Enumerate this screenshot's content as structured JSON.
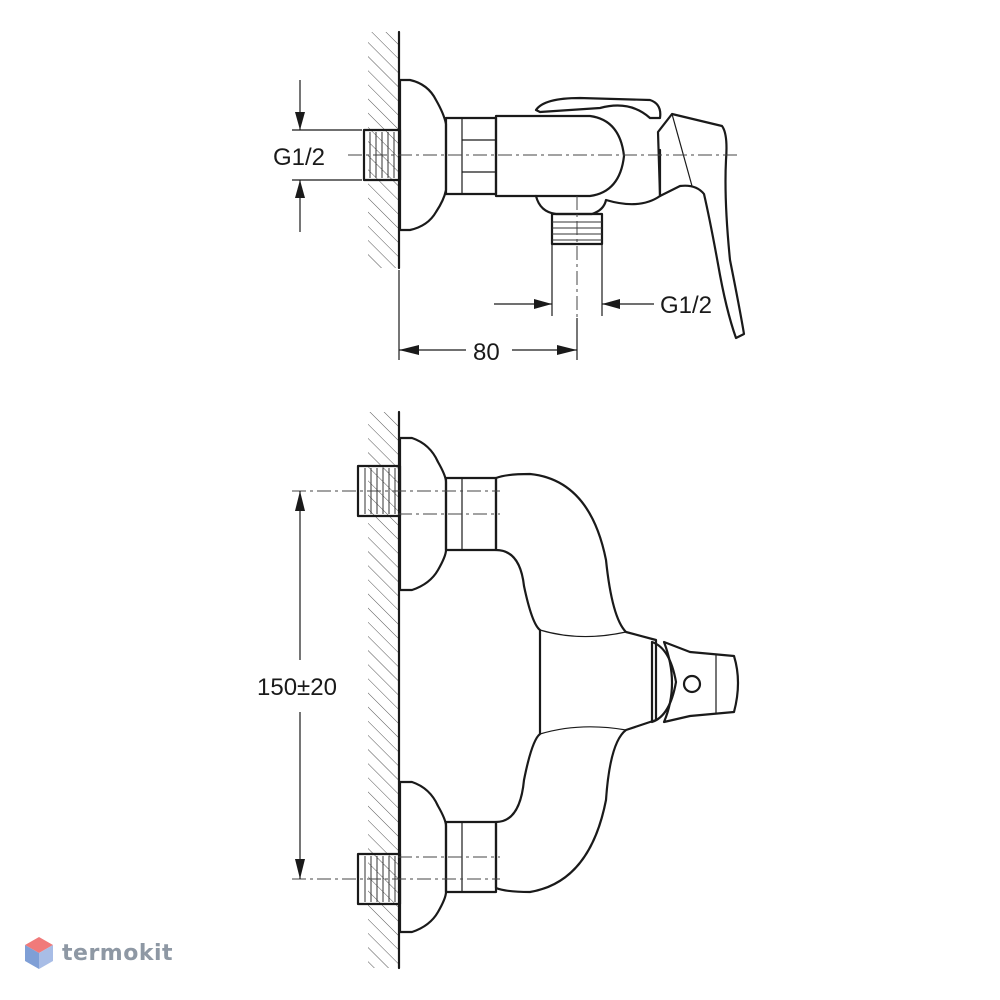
{
  "side_view": {
    "inlet_thread_label": "G1/2",
    "outlet_thread_label": "G1/2",
    "depth_dimension_label": "80"
  },
  "front_view": {
    "inlet_spacing_label": "150±20"
  },
  "watermark": {
    "brand": "termokit",
    "colors": {
      "top": "#f07a7a",
      "left": "#7f9fd6",
      "right": "#a8bde6"
    }
  },
  "colors": {
    "line": "#1a1a1a",
    "background": "#ffffff"
  }
}
